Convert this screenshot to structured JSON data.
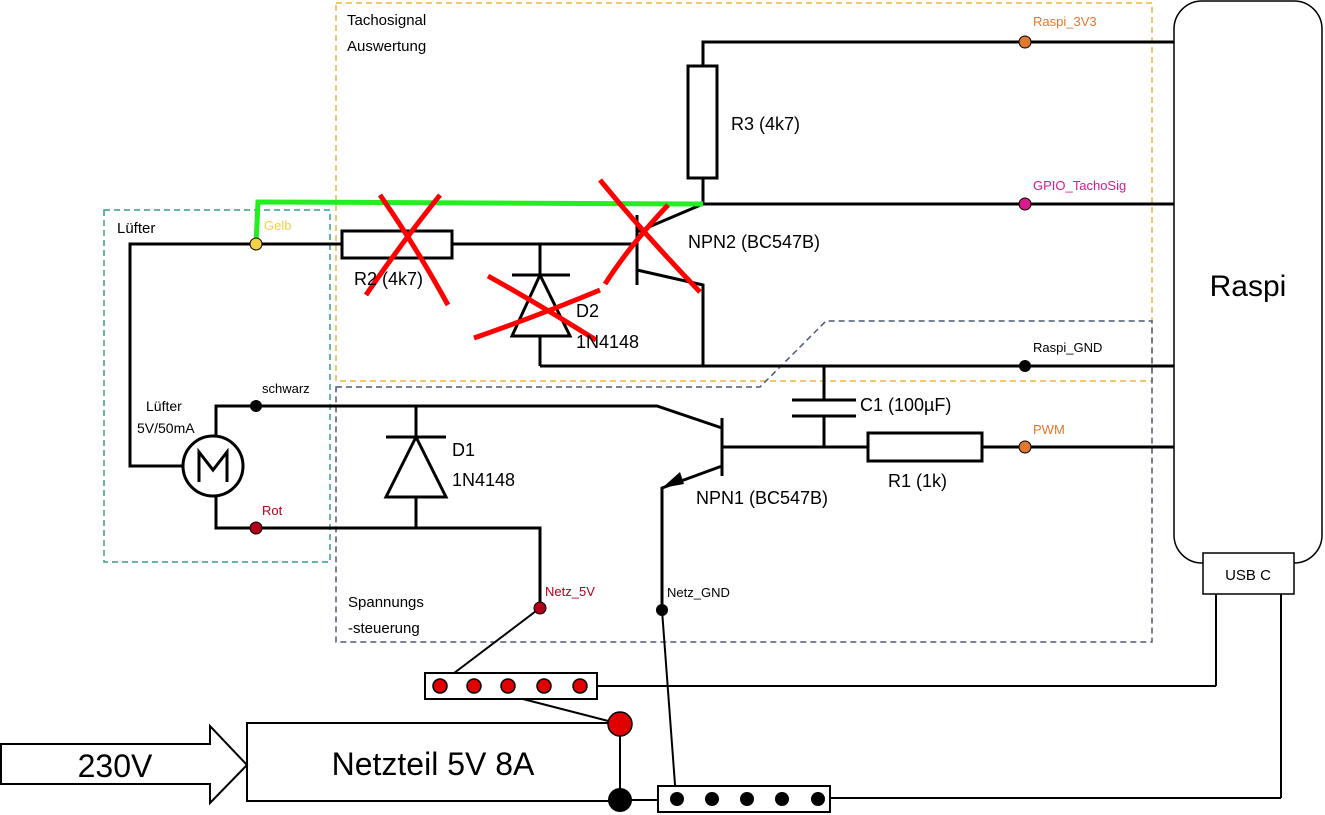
{
  "regions": {
    "tacho": "Tachosignal\nAuswertung",
    "tacho_line1": "Tachosignal",
    "tacho_line2": "Auswertung",
    "luefter": "Lüfter",
    "spannung_line1": "Spannungs",
    "spannung_line2": "-steuerung"
  },
  "components": {
    "r3": "R3 (4k7)",
    "r2": "R2 (4k7)",
    "npn2": "NPN2 (BC547B)",
    "d2_name": "D2",
    "d2_type": "1N4148",
    "c1": "C1 (100µF)",
    "r1": "R1 (1k)",
    "npn1": "NPN1 (BC547B)",
    "d1_name": "D1",
    "d1_type": "1N4148",
    "fan_line1": "Lüfter",
    "fan_line2": "5V/50mA"
  },
  "pins": {
    "raspi_3v3": "Raspi_3V3",
    "gpio_tacho": "GPIO_TachoSig",
    "raspi_gnd": "Raspi_GND",
    "pwm": "PWM",
    "gelb": "Gelb",
    "schwarz": "schwarz",
    "rot": "Rot",
    "netz_5v": "Netz_5V",
    "netz_gnd": "Netz_GND"
  },
  "blocks": {
    "raspi": "Raspi",
    "usb_c": "USB C",
    "netzteil": "Netzteil 5V 8A",
    "input": "230V"
  },
  "colors": {
    "orange_pin": "#e07830",
    "magenta_pin": "#d81b8c",
    "red_pin": "#b0001a",
    "tacho_border": "#f0b440",
    "fan_border": "#3a9a8a",
    "spannung_border": "#4a5a7a",
    "green_wire": "#22ee22",
    "cross_red": "#ff0000"
  }
}
